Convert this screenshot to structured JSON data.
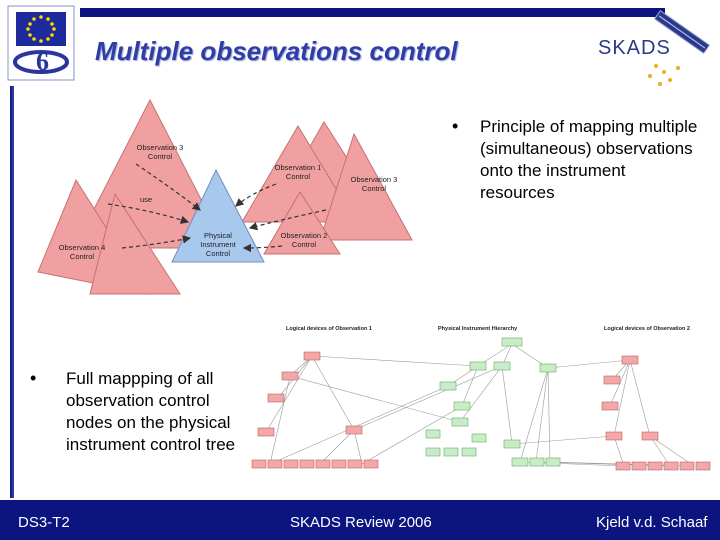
{
  "slide": {
    "title": "Multiple observations control"
  },
  "bullets": [
    {
      "text": "Principle of mapping multiple (simultaneous) observations onto the instrument resources"
    },
    {
      "text": "Full mappping of all observation control nodes on the physical instrument control tree"
    }
  ],
  "diagram_top": {
    "node_obs3_back": [
      "Observation 3",
      "Control"
    ],
    "node_obs1": [
      "Observation 1",
      "Control"
    ],
    "node_obs3_right": [
      "Observation 3",
      "Control"
    ],
    "node_obs4": [
      "Observation 4",
      "Control"
    ],
    "node_physical": [
      "Physical",
      "Instrument",
      "Control"
    ],
    "node_obs2": [
      "Observation 2",
      "Control"
    ],
    "edge_label": "use"
  },
  "diagram_tree": {
    "header_left": "Logical devices of Observation 1",
    "header_center": "Physical Instrument Hierarchy",
    "header_right": "Logical devices of Observation 2"
  },
  "footer": {
    "left": "DS3-T2",
    "center": "SKADS Review 2006",
    "right": "Kjeld v.d. Schaaf"
  },
  "logos": {
    "left": "EU sixth framework programme logo",
    "right": "SKADS"
  },
  "colors": {
    "navy": "#0c1480",
    "title": "#2f3ea6",
    "triangle_pink": "#f0a0a0",
    "triangle_blue": "#a8c8ee",
    "node_green": "#c8ecc8"
  }
}
